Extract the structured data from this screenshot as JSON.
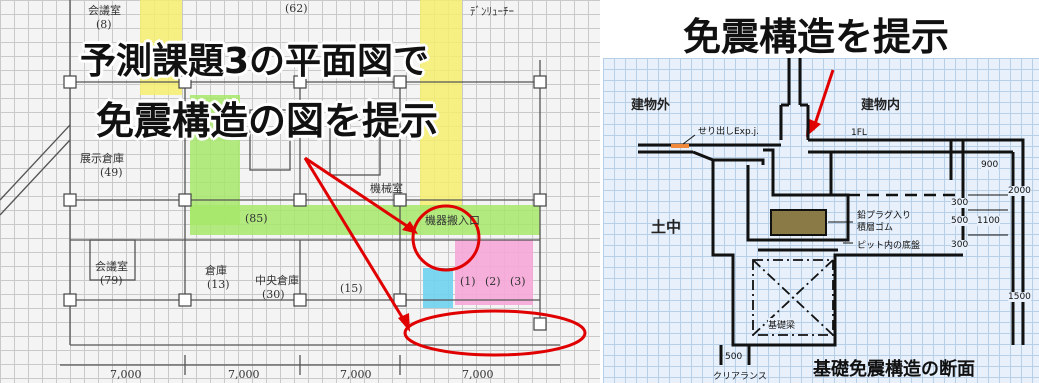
{
  "left_panel": {
    "headline_line1": "予測課題3の平面図で",
    "headline_line2": "免震構造の図を提示",
    "room_labels": {
      "top_left": "会議室",
      "top_left_num": "(8)",
      "top_mid": "(62)",
      "top_right": "ﾃﾞﾝﾘｭｰﾁｰ",
      "mid_left": "展示倉庫",
      "mid_left_num": "(49)",
      "mid_center": "機械室",
      "corridor": "(85)",
      "corridor2": "機器搬入口",
      "lower_left": "会議室",
      "lower_left_num": "(79)",
      "lower_a": "倉庫",
      "lower_b": "(13)",
      "lower_c": "中央倉庫",
      "lower_c_num": "(30)",
      "lower_d": "(15)",
      "bottom_dim1": "7,000",
      "bottom_dim2": "7,000",
      "bottom_dim3": "7,000",
      "bottom_dim4": "7,000",
      "small_a": "(1)",
      "small_b": "(2)",
      "small_c": "(3)"
    }
  },
  "right_panel": {
    "title": "免震構造を提示",
    "outside": "建物外",
    "inside": "建物内",
    "exp_joint": "せり出しExp.j.",
    "floor": "1FL",
    "soil": "土中",
    "bearing_line1": "鉛プラグ入り",
    "bearing_line2": "積層ゴム",
    "pit_floor": "ピット内の底盤",
    "foundation_beam": "基礎梁",
    "clearance": "クリアランス",
    "clearance_val": "500",
    "caption": "基礎免震構造の断面",
    "dims": {
      "d900": "900",
      "d2000": "2000",
      "d300a": "300",
      "d500": "500",
      "d1100": "1100",
      "d300b": "300",
      "d1500": "1500"
    }
  },
  "colors": {
    "highlight_green": "#a6e86a",
    "highlight_yellow": "#f4ef6c",
    "highlight_pink": "#f6a6d8",
    "highlight_cyan": "#6fd3f0",
    "annotation_red": "#e00000",
    "bearing_olive": "#8a7a45",
    "exp_orange": "#f08a3a"
  }
}
